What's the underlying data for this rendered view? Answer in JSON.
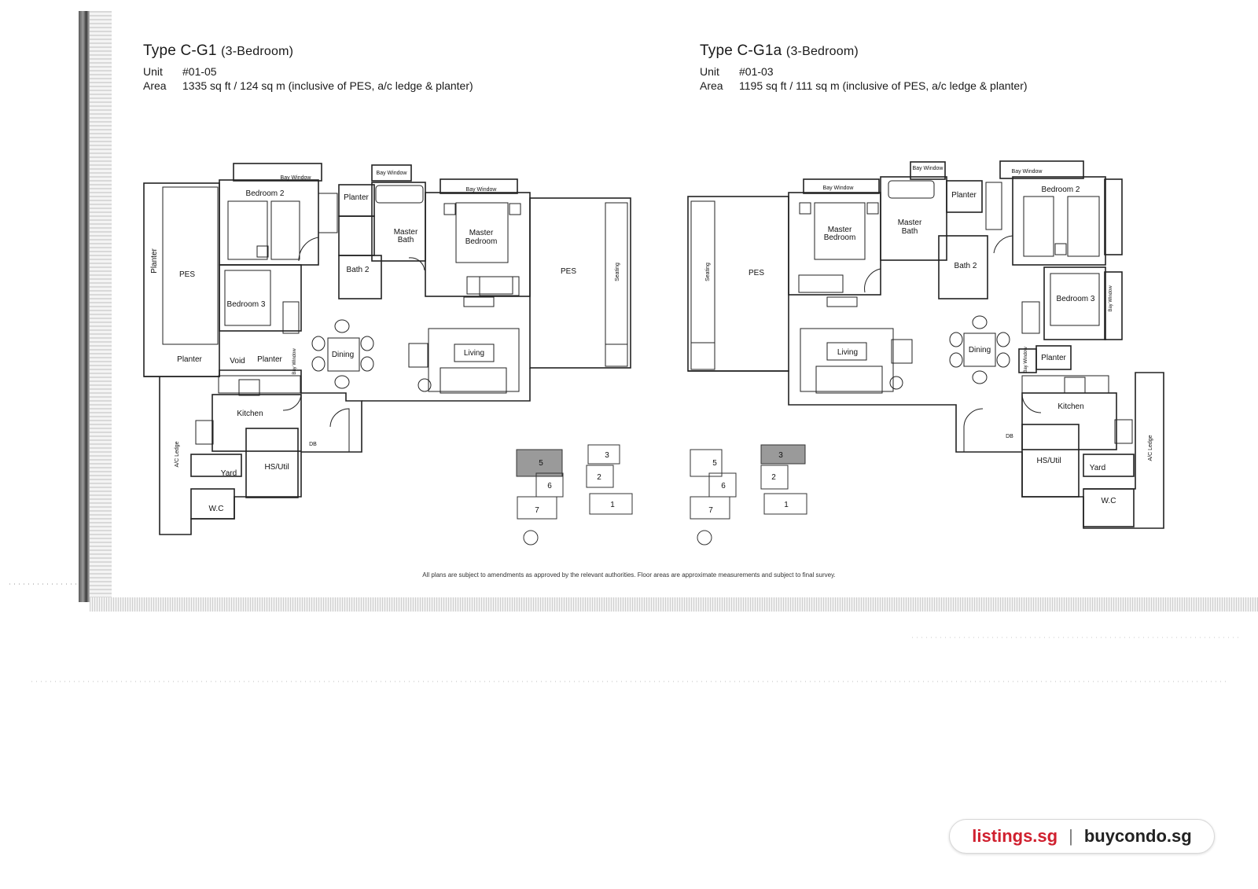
{
  "left_unit": {
    "type_name": "Type C-G1",
    "bedroom_label": "(3-Bedroom)",
    "unit_key": "Unit",
    "unit_value": "#01-05",
    "area_key": "Area",
    "area_value": "1335 sq ft / 124 sq m (inclusive of PES, a/c ledge & planter)",
    "rooms": {
      "bay_window_1": "Bay Window",
      "bay_window_2": "Bay Window",
      "bay_window_3": "Bay Window",
      "bedroom2": "Bedroom 2",
      "planter_top": "Planter",
      "master_bath_1": "Master",
      "master_bath_2": "Bath",
      "master_bed_1": "Master",
      "master_bed_2": "Bedroom",
      "pes_left": "PES",
      "planter_side": "Planter",
      "bedroom3": "Bedroom 3",
      "bath2": "Bath 2",
      "pes_right": "PES",
      "seating": "Seating",
      "dining": "Dining",
      "living": "Living",
      "planter_bottom": "Planter",
      "void": "Void",
      "planter_mid": "Planter",
      "bay_window_small": "Bay Window",
      "kitchen": "Kitchen",
      "db": "DB",
      "hs_util": "HS/Util",
      "yard": "Yard",
      "wc": "W.C",
      "ac_ledge": "A/C Ledge"
    },
    "keyplan": [
      "5",
      "6",
      "7",
      "3",
      "2",
      "1"
    ]
  },
  "right_unit": {
    "type_name": "Type C-G1a",
    "bedroom_label": "(3-Bedroom)",
    "unit_key": "Unit",
    "unit_value": "#01-03",
    "area_key": "Area",
    "area_value": "1195 sq ft / 111 sq m (inclusive of PES, a/c ledge & planter)",
    "rooms": {
      "bay_window_top": "Bay Window",
      "bay_window_mb": "Bay Window",
      "bay_window_b2": "Bay Window",
      "planter_top": "Planter",
      "bedroom2": "Bedroom 2",
      "master_bed_1": "Master",
      "master_bed_2": "Bedroom",
      "master_bath_1": "Master",
      "master_bath_2": "Bath",
      "bath2": "Bath 2",
      "pes": "PES",
      "seating": "Seating",
      "bedroom3": "Bedroom 3",
      "bay_window_b3": "Bay Window",
      "dining": "Dining",
      "living": "Living",
      "bay_window_small": "Bay Window",
      "planter_mid": "Planter",
      "kitchen": "Kitchen",
      "db": "DB",
      "hs_util": "HS/Util",
      "yard": "Yard",
      "wc": "W.C",
      "ac_ledge": "A/C Ledge"
    },
    "keyplan": [
      "5",
      "6",
      "7",
      "3",
      "2",
      "1"
    ]
  },
  "footnote": "All plans are subject to amendments as approved by the relevant authorities. Floor areas are approximate measurements and subject to final survey.",
  "brand": {
    "left": "listings.sg",
    "separator": "|",
    "right": "buycondo.sg",
    "left_color": "#d0202f"
  }
}
